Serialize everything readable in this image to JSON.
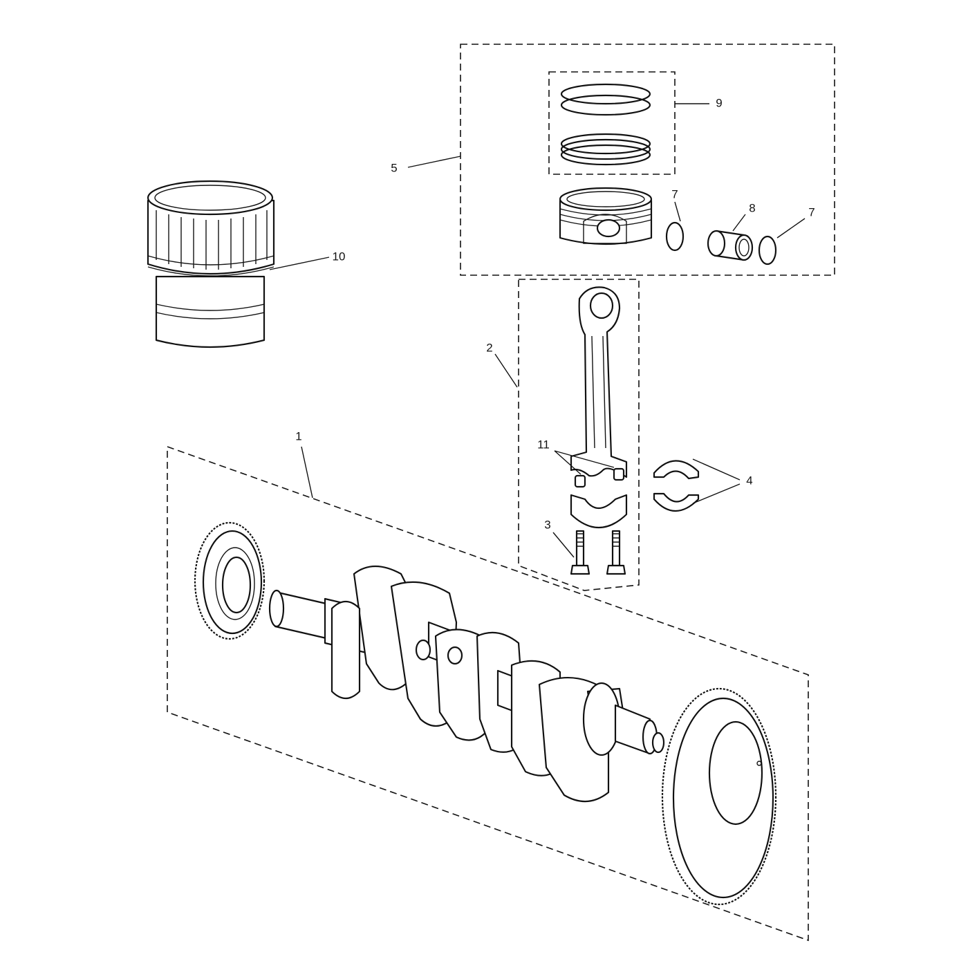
{
  "callouts": {
    "c1": "1",
    "c2": "2",
    "c3": "3",
    "c4": "4",
    "c5": "5",
    "c7a": "7",
    "c7b": "7",
    "c8": "8",
    "c9": "9",
    "c10": "10",
    "c11": "11"
  }
}
